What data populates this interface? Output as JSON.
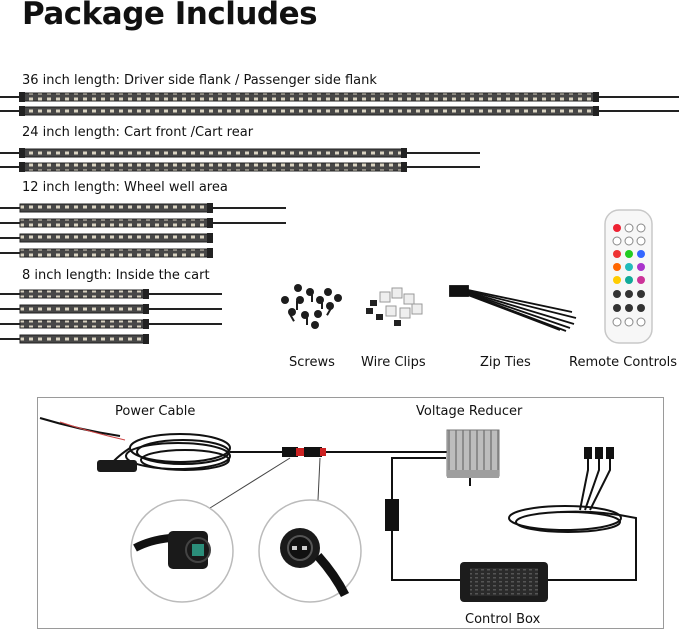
{
  "title": "Package Includes",
  "strips": [
    {
      "label": "36 inch length: Driver side flank / Passenger side flank"
    },
    {
      "label": "24 inch length: Cart front /Cart rear"
    },
    {
      "label": "12 inch length: Wheel well area"
    },
    {
      "label": "8 inch length: Inside the cart"
    }
  ],
  "accessories": {
    "screws": "Screws",
    "wire_clips": "Wire Clips",
    "zip_ties": "Zip Ties",
    "remote": "Remote Controls"
  },
  "wiring": {
    "power_cable": "Power Cable",
    "voltage_reducer": "Voltage Reducer",
    "control_box": "Control Box"
  },
  "colors": {
    "strip_body": "#3a3a3a",
    "led": "#d8d2c0",
    "cable": "#111111",
    "reducer": "#b9b9b9",
    "box_border": "#9a9a9a"
  }
}
